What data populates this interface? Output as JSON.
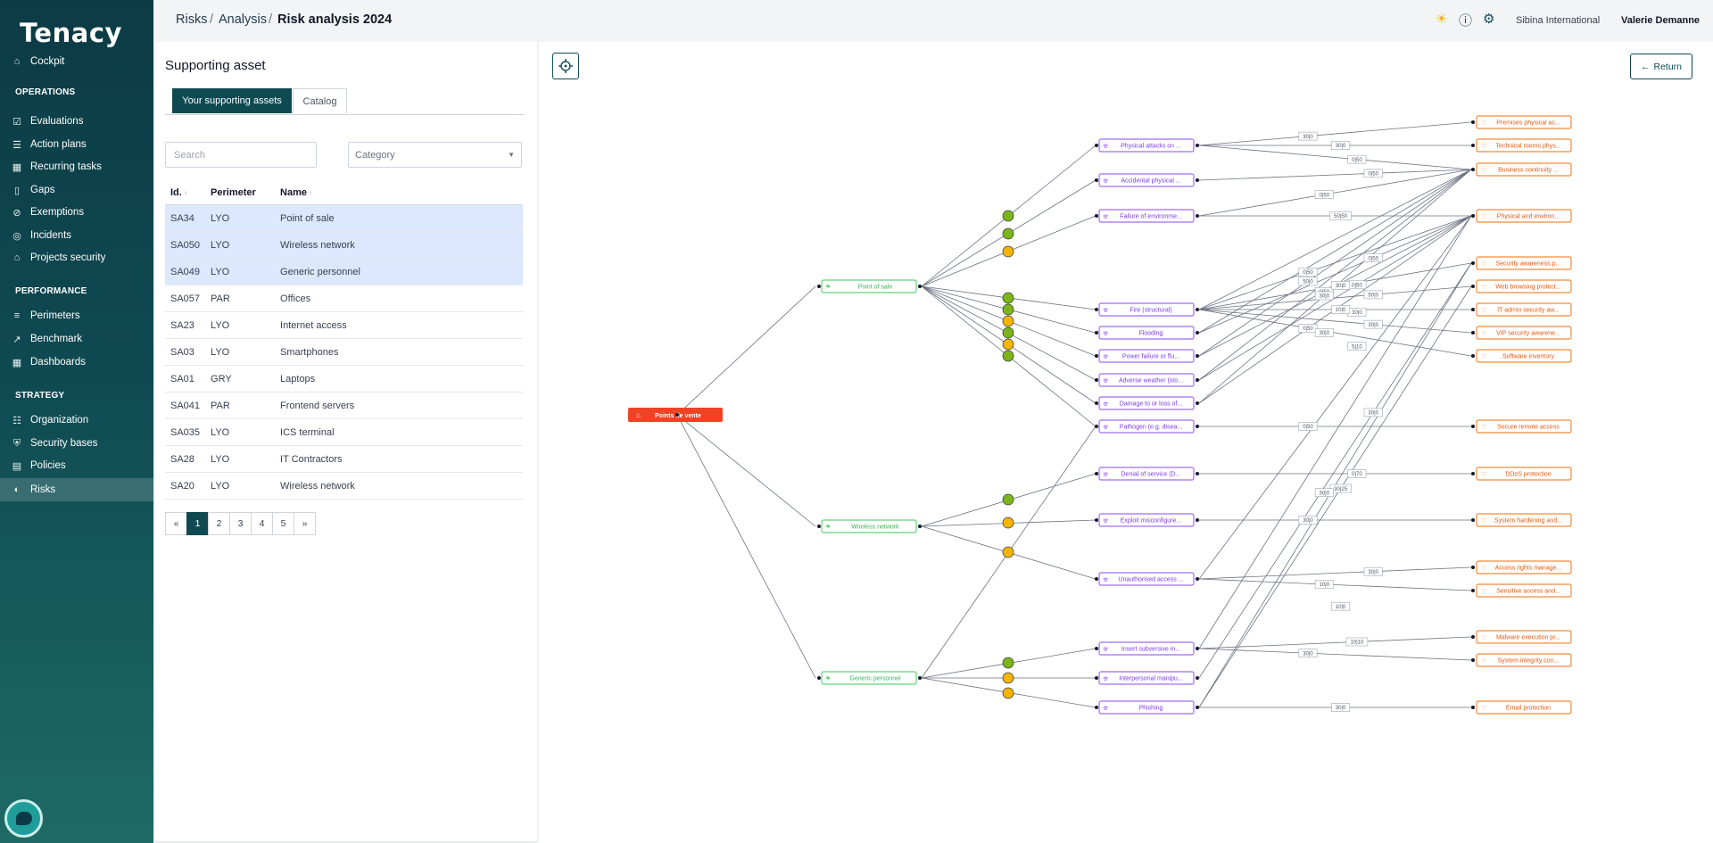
{
  "app": {
    "logo": "Tenacy"
  },
  "sidebar": {
    "items": [
      {
        "label": "Cockpit",
        "icon": "home-icon"
      },
      {
        "label": "Evaluations",
        "icon": "checklist-icon"
      },
      {
        "label": "Action plans",
        "icon": "list-icon"
      },
      {
        "label": "Recurring tasks",
        "icon": "calendar-icon"
      },
      {
        "label": "Gaps",
        "icon": "book-icon"
      },
      {
        "label": "Exemptions",
        "icon": "shield-icon"
      },
      {
        "label": "Incidents",
        "icon": "target-icon"
      },
      {
        "label": "Projects security",
        "icon": "briefcase-icon"
      },
      {
        "label": "Perimeters",
        "icon": "stack-icon"
      },
      {
        "label": "Benchmark",
        "icon": "trend-icon"
      },
      {
        "label": "Dashboards",
        "icon": "grid-icon"
      },
      {
        "label": "Organization",
        "icon": "org-icon"
      },
      {
        "label": "Security bases",
        "icon": "shield-check-icon"
      },
      {
        "label": "Policies",
        "icon": "doc-icon"
      },
      {
        "label": "Risks",
        "icon": "globe-icon"
      }
    ],
    "sections": [
      "OPERATIONS",
      "PERFORMANCE",
      "STRATEGY"
    ],
    "active": "Risks"
  },
  "header": {
    "breadcrumb": [
      "Risks",
      "Analysis",
      "Risk analysis 2024"
    ],
    "separator": "/",
    "org": "Sibina International",
    "user": "Valerie Demanne"
  },
  "panel": {
    "title": "Supporting asset",
    "tabs": [
      "Your supporting assets",
      "Catalog"
    ],
    "search_placeholder": "Search",
    "category_placeholder": "Category",
    "columns": [
      "Id.",
      "Perimeter",
      "Name"
    ],
    "rows": [
      {
        "id": "SA34",
        "perimeter": "LYO",
        "name": "Point of sale",
        "selected": true
      },
      {
        "id": "SA050",
        "perimeter": "LYO",
        "name": "Wireless network",
        "selected": true
      },
      {
        "id": "SA049",
        "perimeter": "LYO",
        "name": "Generic personnel",
        "selected": true
      },
      {
        "id": "SA057",
        "perimeter": "PAR",
        "name": "Offices",
        "selected": false
      },
      {
        "id": "SA23",
        "perimeter": "LYO",
        "name": "Internet access",
        "selected": false
      },
      {
        "id": "SA03",
        "perimeter": "LYO",
        "name": "Smartphones",
        "selected": false
      },
      {
        "id": "SA01",
        "perimeter": "GRY",
        "name": "Laptops",
        "selected": false
      },
      {
        "id": "SA041",
        "perimeter": "PAR",
        "name": "Frontend servers",
        "selected": false
      },
      {
        "id": "SA035",
        "perimeter": "LYO",
        "name": "ICS terminal",
        "selected": false
      },
      {
        "id": "SA28",
        "perimeter": "LYO",
        "name": "IT Contractors",
        "selected": false
      },
      {
        "id": "SA20",
        "perimeter": "LYO",
        "name": "Wireless network",
        "selected": false
      }
    ],
    "pages": [
      "«",
      "1",
      "2",
      "3",
      "4",
      "5",
      "»"
    ],
    "current_page": "1"
  },
  "graph": {
    "return_label": "Return",
    "colors": {
      "root": "#ef4325",
      "asset": "#5fd47a",
      "threat": "#a26bf5",
      "measure": "#f28a3a",
      "green": "#7cb518",
      "amber": "#f4b400"
    },
    "root": {
      "label": "Points de vente"
    },
    "assets": [
      "Point of sale",
      "Wireless network",
      "Generic personnel"
    ],
    "threats": [
      "Physical attacks on ...",
      "Accidental physical ...",
      "Failure of environme...",
      "Fire (structural)",
      "Flooding",
      "Power failure or flu...",
      "Adverse weather (sto...",
      "Damage to or loss of...",
      "Pathogen (e.g. disea...",
      "Denial of service (D...",
      "Exploit misconfigure...",
      "Unauthorised access ...",
      "Insert subversive in...",
      "Interpersonal manipu...",
      "Phishing"
    ],
    "measures": [
      "Premises physical ac...",
      "Technical rooms phys...",
      "Business continuity ...",
      "Physical and environ...",
      "Security awareness p...",
      "Web browsing protect...",
      "IT admin security aw...",
      "VIP security awarene...",
      "Software inventory",
      "Secure remote access",
      "DDoS protection",
      "System hardening and...",
      "Access rights manage...",
      "Sensitive access and...",
      "Malware execution pr...",
      "System integrity con...",
      "Email protection"
    ],
    "risk_levels": {
      "point_of_sale": [
        "green",
        "green",
        "amber",
        "green",
        "green",
        "amber",
        "green",
        "amber",
        "green"
      ],
      "wireless": [
        "green",
        "amber",
        "amber"
      ],
      "personnel": [
        "green",
        "amber",
        "amber"
      ]
    },
    "edge_labels": [
      {
        "text": "30|0",
        "from": 0,
        "to": 0
      },
      {
        "text": "30|0",
        "from": 0,
        "to": 1
      },
      {
        "text": "0|50",
        "from": 1,
        "to": 2
      },
      {
        "text": "0|50",
        "from": 2,
        "to": 2
      },
      {
        "text": "0|50",
        "from": 0,
        "to": 2
      },
      {
        "text": "0|50",
        "from": 3,
        "to": 3
      },
      {
        "text": "50|50",
        "from": 2,
        "to": 3
      },
      {
        "text": "0|50",
        "from": 4,
        "to": 3
      },
      {
        "text": "0|50",
        "from": 5,
        "to": 3
      },
      {
        "text": "0|50",
        "from": 6,
        "to": 3
      },
      {
        "text": "0|50",
        "from": 7,
        "to": 3
      },
      {
        "text": "30|0",
        "from": 3,
        "to": 4
      },
      {
        "text": "50|0",
        "from": 3,
        "to": 5
      },
      {
        "text": "30|0",
        "from": 7,
        "to": 2
      },
      {
        "text": "30|0",
        "from": 6,
        "to": 4
      },
      {
        "text": "50|0",
        "from": 5,
        "to": 2
      },
      {
        "text": "10|0",
        "from": 3,
        "to": 6
      },
      {
        "text": "30|0",
        "from": 3,
        "to": 7
      },
      {
        "text": "30|0",
        "from": 4,
        "to": 7
      },
      {
        "text": "5|10",
        "from": 4,
        "to": 8
      },
      {
        "text": "0|50",
        "from": 8,
        "to": 9
      },
      {
        "text": "30|25",
        "from": 14,
        "to": 5
      },
      {
        "text": "30|0",
        "from": 13,
        "to": 4
      },
      {
        "text": "30|0",
        "from": 12,
        "to": 6
      },
      {
        "text": "0|70",
        "from": 9,
        "to": 10
      },
      {
        "text": "30|0",
        "from": 10,
        "to": 11
      },
      {
        "text": "10|0",
        "from": 12,
        "to": 12
      },
      {
        "text": "30|0",
        "from": 11,
        "to": 12
      },
      {
        "text": "10|0",
        "from": 11,
        "to": 13
      },
      {
        "text": "10|10",
        "from": 12,
        "to": 14
      },
      {
        "text": "30|0",
        "from": 12,
        "to": 15
      },
      {
        "text": "30|0",
        "from": 14,
        "to": 16
      }
    ]
  }
}
